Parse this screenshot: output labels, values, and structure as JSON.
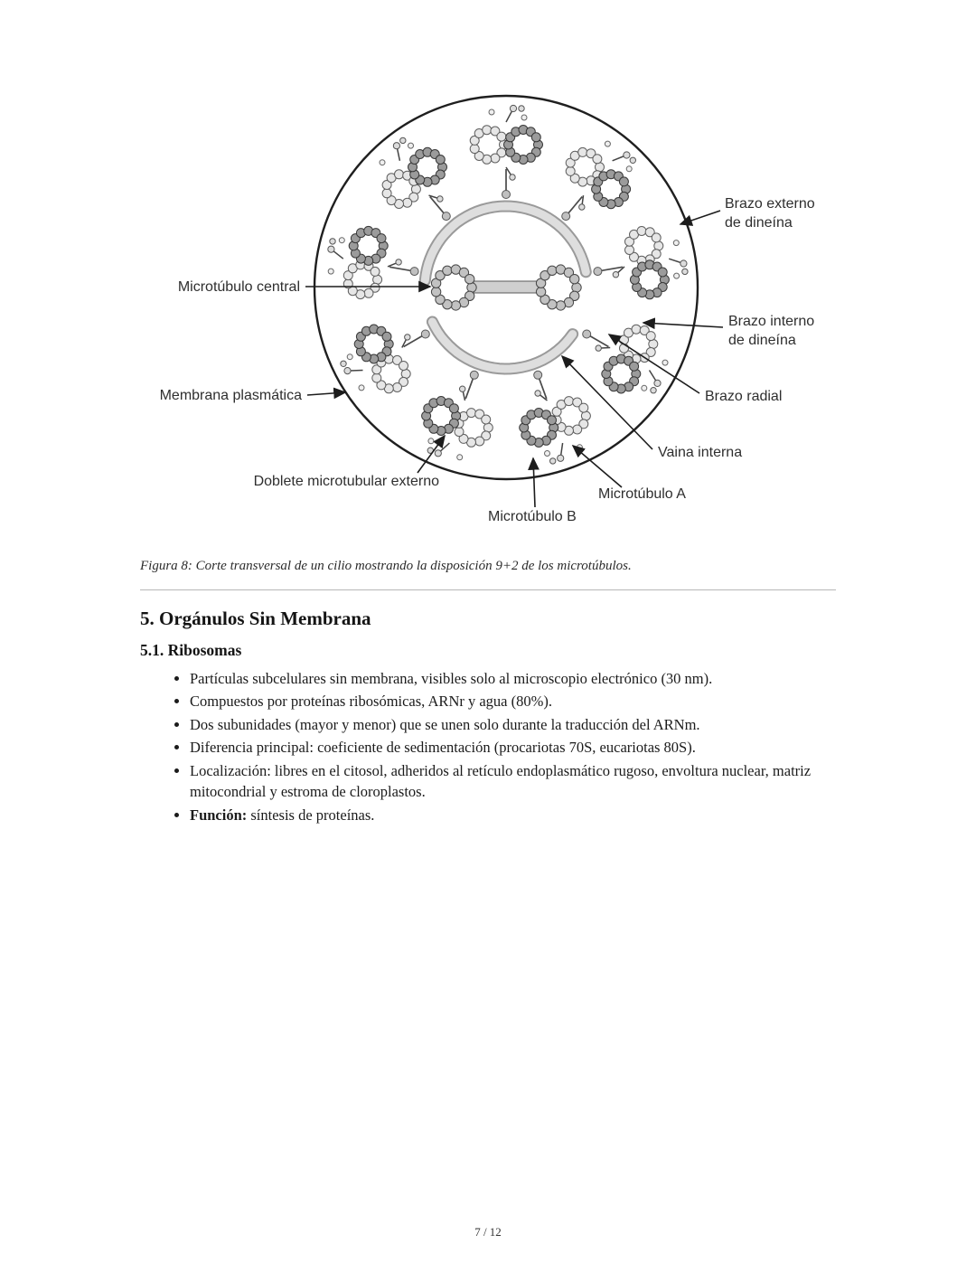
{
  "diagram": {
    "labels": {
      "brazo_externo_1": "Brazo externo",
      "brazo_externo_2": "de dineína",
      "microtubulo_central": "Microtúbulo central",
      "brazo_interno_1": "Brazo interno",
      "brazo_interno_2": "de dineína",
      "membrana_plasmatica": "Membrana plasmática",
      "brazo_radial": "Brazo radial",
      "vaina_interna": "Vaina interna",
      "doblete": "Doblete microtubular externo",
      "microtubulo_a": "Microtúbulo A",
      "microtubulo_b": "Microtúbulo B"
    }
  },
  "caption": "Figura 8: Corte transversal de un cilio mostrando la disposición 9+2 de los microtúbulos.",
  "section": {
    "title": "5. Orgánulos Sin Membrana",
    "subtitle": "5.1. Ribosomas",
    "bullets": [
      {
        "text": "Partículas subcelulares sin membrana, visibles solo al microscopio electrónico (30 nm)."
      },
      {
        "text": "Compuestos por proteínas ribosómicas, ARNr y agua (80%)."
      },
      {
        "text": "Dos subunidades (mayor y menor) que se unen solo durante la traducción del ARNm."
      },
      {
        "text": "Diferencia principal: coeficiente de sedimentación (procariotas 70S, eucariotas 80S)."
      },
      {
        "text": "Localización: libres en el citosol, adheridos al retículo endoplasmático rugoso, envoltura nuclear, matriz mitocondrial y estroma de cloroplastos."
      },
      {
        "bold": "Función:",
        "text": " síntesis de proteínas."
      }
    ]
  },
  "footer": {
    "page": "7 / 12"
  }
}
